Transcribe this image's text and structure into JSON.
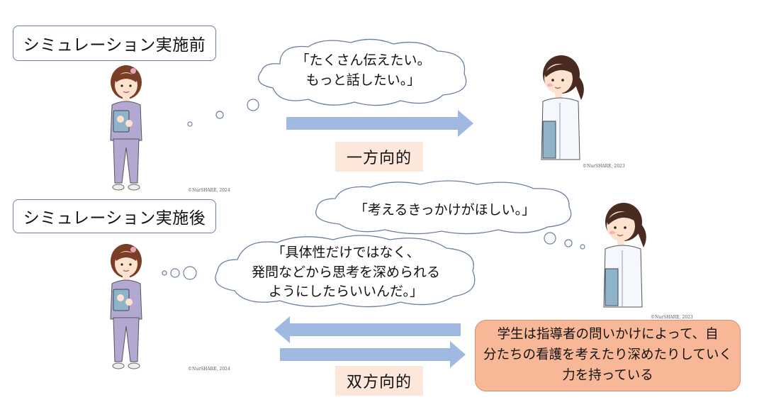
{
  "before": {
    "label": "シミュレーション実施前",
    "thought": [
      "「たくさん伝えたい。",
      "もっと話したい。」"
    ],
    "tag": "一方向的"
  },
  "after": {
    "label": "シミュレーション実施後",
    "student_thought": "「考えるきっかけがほしい。」",
    "instructor_thought": [
      "「具体性だけではなく、",
      "発問などから思考を深められる",
      "ようにしたらいいんだ。」"
    ],
    "tag": "双方向的",
    "result": [
      "学生は指導者の問いかけによって、自",
      "分たちの看護を考えたり深めたりしていく",
      "力を持っている"
    ]
  },
  "credits": {
    "nurse_before": "©NurSHARE, 2024",
    "student_before": "©NurSHARE, 2023",
    "nurse_after": "©NurSHARE, 2024",
    "student_after": "©NurSHARE, 2023"
  },
  "colors": {
    "arrow": "#9fb9e0",
    "tag_bg": "#fde6da",
    "result_bg": "#f8b898",
    "nurse_uniform": "#b3a8d1",
    "student_uniform": "#f4f7fb"
  }
}
